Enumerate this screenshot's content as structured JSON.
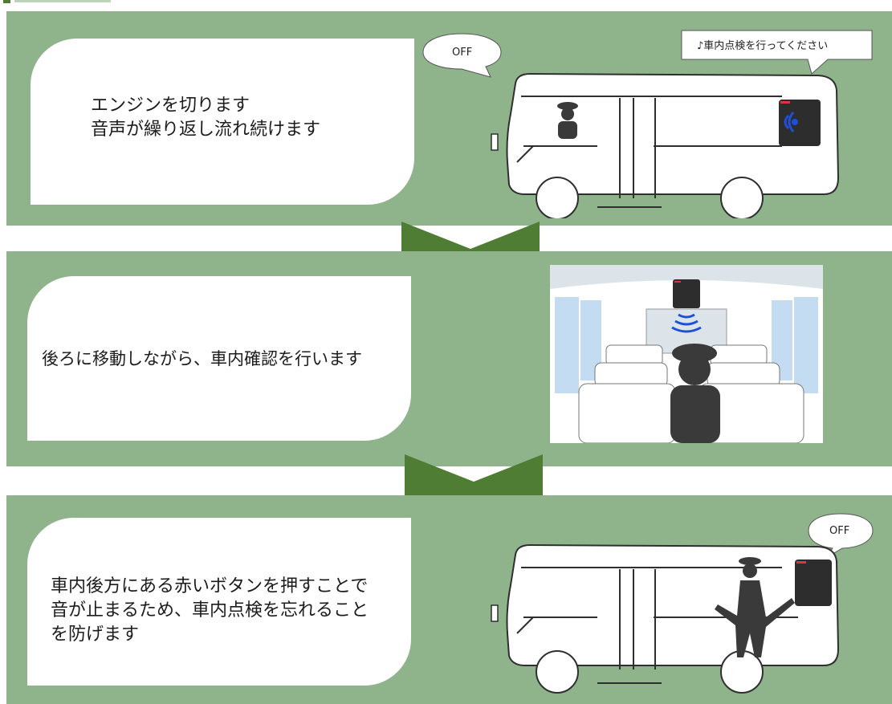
{
  "colors": {
    "panel": "#8fb48b",
    "chevron": "#4e7d33",
    "bus_outline": "#2f2f2f",
    "speaker": "#2d2d2d",
    "sound_wave": "#1e50d6",
    "person": "#3a3a3a"
  },
  "steps": [
    {
      "text": "エンジンを切ります\n音声が繰り返し流れ続けます",
      "bubbles": [
        "OFF",
        "♪車内点検を行ってください"
      ]
    },
    {
      "text": "後ろに移動しながら、車内確認を行います",
      "bubbles": []
    },
    {
      "text": "車内後方にある赤いボタンを押すことで\n音が止まるため、車内点検を忘れること\nを防げます",
      "bubbles": [
        "OFF"
      ]
    }
  ],
  "icons": [
    "chevron-down-icon",
    "speaker-icon",
    "sound-wave-icon",
    "driver-icon",
    "bus-icon"
  ]
}
